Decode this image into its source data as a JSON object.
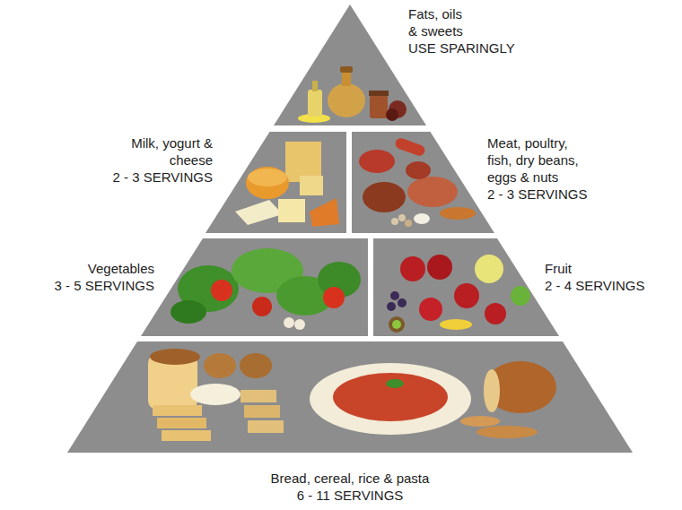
{
  "diagram": {
    "nodes": [
      {
        "text": [
          "Fats, oils & sweets",
          "USE SPARINGLY"
        ]
      },
      {
        "text": [
          "Milk, yogurt & cheese",
          "2 - 3 SERVINGS"
        ]
      },
      {
        "text": [
          "Meat, poultry, fish, dry beans, eggs & nuts",
          "2 - 3 SERVINGS"
        ]
      },
      {
        "text": [
          "Vegetables",
          "3 - 5 SERVINGS"
        ]
      },
      {
        "text": [
          "Fruit",
          "2 - 4 SERVINGS"
        ]
      },
      {
        "text": [
          "Bread, cereal, rice & pasta",
          "6 - 11 SERVINGS"
        ]
      }
    ]
  }
}
